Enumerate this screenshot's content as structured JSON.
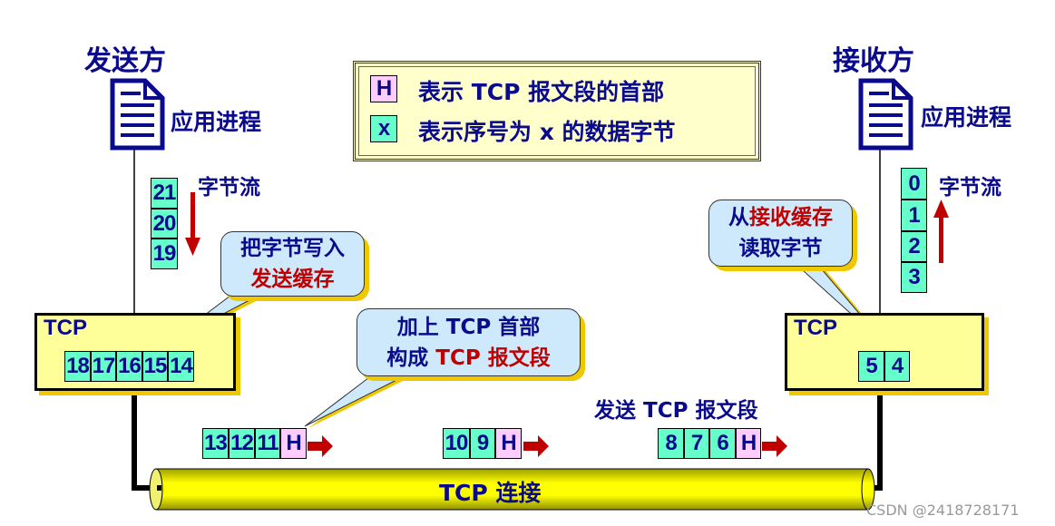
{
  "sender": {
    "title": "发送方",
    "app": "应用进程",
    "stream_label": "字节流",
    "stream_bytes": [
      "21",
      "20",
      "19"
    ],
    "tcp_label": "TCP",
    "buffer": [
      "18",
      "17",
      "16",
      "15",
      "14"
    ]
  },
  "receiver": {
    "title": "接收方",
    "app": "应用进程",
    "stream_label": "字节流",
    "stream_bytes": [
      "0",
      "1",
      "2",
      "3"
    ],
    "tcp_label": "TCP",
    "buffer": [
      "5",
      "4"
    ]
  },
  "legend": {
    "h_symbol": "H",
    "h_text": "表示 TCP 报文段的首部",
    "x_symbol": "x",
    "x_text": "表示序号为 x 的数据字节"
  },
  "callouts": {
    "write": {
      "line1": "把字节写入",
      "line2": "发送缓存"
    },
    "segment": {
      "line1": "加上 TCP 首部",
      "line2_a": "构成 ",
      "line2_b": "TCP 报文段"
    },
    "read": {
      "line1_a": "从",
      "line1_b": "接收缓存",
      "line2": "读取字节"
    }
  },
  "send_label": "发送 TCP 报文段",
  "segments": [
    {
      "bytes": [
        "13",
        "12",
        "11"
      ],
      "header": "H"
    },
    {
      "bytes": [
        "10",
        "9"
      ],
      "header": "H"
    },
    {
      "bytes": [
        "8",
        "7",
        "6"
      ],
      "header": "H"
    }
  ],
  "connection_label": "TCP 连接",
  "watermark": "CSDN @2418728171",
  "colors": {
    "text": "#0a0a8c",
    "byte_cell": "#66ffcc",
    "header_cell": "#ffccff",
    "tcp_box": "#ffff99",
    "callout": "#cde9fb",
    "accent_red": "#c00000",
    "pipe": "#ffff00"
  }
}
